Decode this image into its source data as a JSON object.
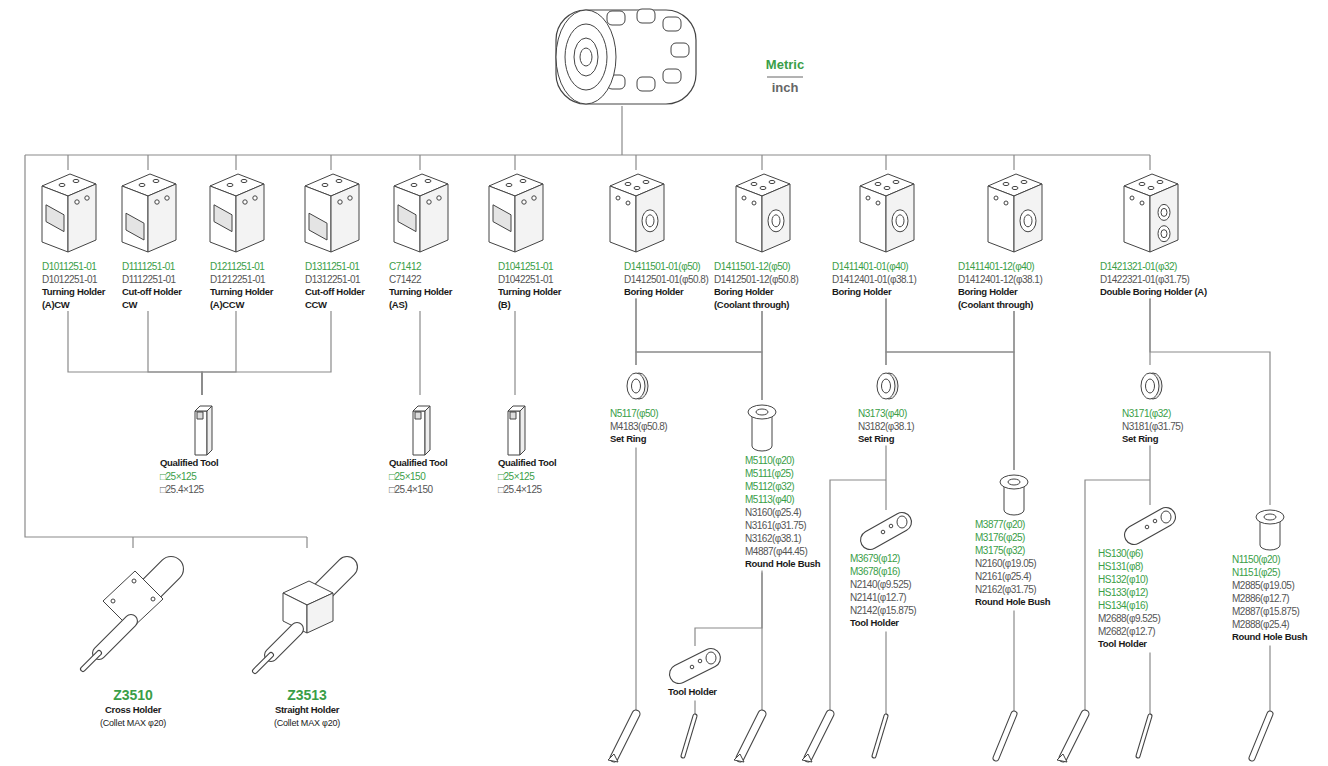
{
  "diagram": {
    "nodes": [
      {
        "text": [
          "D1011251-01",
          "D1012251-01",
          "Turning Holder (A)CW"
        ]
      },
      {
        "text": [
          "D1111251-01",
          "D1112251-01",
          "Cut-off Holder CW"
        ]
      },
      {
        "text": [
          "D1211251-01",
          "D1212251-01",
          "Turning Holder (A)CCW"
        ]
      },
      {
        "text": [
          "D1311251-01",
          "D1312251-01",
          "Cut-off Holder CCW"
        ]
      },
      {
        "text": [
          "C71412",
          "C71422",
          "Turning Holder (AS)"
        ]
      },
      {
        "text": [
          "D1041251-01",
          "D1042251-01",
          "Turning Holder (B)"
        ]
      },
      {
        "text": [
          "D1411501-01(φ50)",
          "D1412501-01(φ50.8)",
          "Boring Holder"
        ]
      },
      {
        "text": [
          "D1411501-12(φ50)",
          "D1412501-12(φ50.8)",
          "Boring Holder (Coolant through)"
        ]
      },
      {
        "text": [
          "D1411401-01(φ40)",
          "D1412401-01(φ38.1)",
          "Boring Holder"
        ]
      },
      {
        "text": [
          "D1411401-12(φ40)",
          "D1412401-12(φ38.1)",
          "Boring Holder (Coolant through)"
        ]
      },
      {
        "text": [
          "D1421321-01(φ32)",
          "D1422321-01(φ31.75)",
          "Double Boring Holder (A)"
        ]
      },
      {
        "text": [
          "Qualified Tool",
          "□25×125",
          "□25.4×125"
        ]
      },
      {
        "text": [
          "Qualified Tool",
          "□25×150",
          "□25.4×150"
        ]
      },
      {
        "text": [
          "Qualified Tool",
          "□25×125",
          "□25.4×125"
        ]
      },
      {
        "text": [
          "N5117(φ50)",
          "M4183(φ50.8)",
          "Set Ring"
        ]
      },
      {
        "text": [
          "M5110(φ20)",
          "M5111(φ25)",
          "M5112(φ32)",
          "M5113(φ40)",
          "N3160(φ25.4)",
          "N3161(φ31.75)",
          "N3162(φ38.1)",
          "M4887(φ44.45)",
          "Round Hole Bush"
        ]
      },
      {
        "text": [
          "Tool Holder"
        ]
      },
      {
        "text": [
          "N3173(φ40)",
          "N3182(φ38.1)",
          "Set Ring"
        ]
      },
      {
        "text": [
          "M3679(φ12)",
          "M3678(φ16)",
          "N2140(φ9.525)",
          "N2141(φ12.7)",
          "N2142(φ15.875)",
          "Tool Holder"
        ]
      },
      {
        "text": [
          "M3877(φ20)",
          "M3176(φ25)",
          "M3175(φ32)",
          "N2160(φ19.05)",
          "N2161(φ25.4)",
          "N2162(φ31.75)",
          "Round Hole Bush"
        ]
      },
      {
        "text": [
          "N3171(φ32)",
          "N3181(φ31.75)",
          "Set Ring"
        ]
      },
      {
        "text": [
          "HS130(φ6)",
          "HS131(φ8)",
          "HS132(φ10)",
          "HS133(φ12)",
          "HS134(φ16)",
          "M2688(φ9.525)",
          "M2682(φ12.7)",
          "Tool Holder"
        ]
      },
      {
        "text": [
          "N1150(φ20)",
          "N1151(φ25)",
          "M2885(φ19.05)",
          "M2886(φ12.7)",
          "M2887(φ15.875)",
          "M2888(φ25.4)",
          "Round Hole Bush"
        ]
      },
      {
        "text": [
          "Z3510",
          "Cross Holder",
          "(Collet MAX φ20)"
        ]
      },
      {
        "text": [
          "Z3513",
          "Straight Holder",
          "(Collet MAX φ20)"
        ]
      }
    ],
    "edges": [
      {
        "from": 0,
        "to": 11,
        "arrow": "none"
      },
      {
        "from": 1,
        "to": 11,
        "arrow": "none"
      },
      {
        "from": 2,
        "to": 11,
        "arrow": "none"
      },
      {
        "from": 3,
        "to": 11,
        "arrow": "none"
      },
      {
        "from": 4,
        "to": 12,
        "arrow": "none"
      },
      {
        "from": 5,
        "to": 13,
        "arrow": "none"
      },
      {
        "from": 6,
        "to": 14,
        "arrow": "none"
      },
      {
        "from": 6,
        "to": 15,
        "arrow": "none"
      },
      {
        "from": 7,
        "to": 14,
        "arrow": "none"
      },
      {
        "from": 7,
        "to": 15,
        "arrow": "none"
      },
      {
        "from": 15,
        "to": 16,
        "arrow": "none"
      },
      {
        "from": 8,
        "to": 17,
        "arrow": "none"
      },
      {
        "from": 8,
        "to": 19,
        "arrow": "none"
      },
      {
        "from": 9,
        "to": 17,
        "arrow": "none"
      },
      {
        "from": 9,
        "to": 19,
        "arrow": "none"
      },
      {
        "from": 17,
        "to": 18,
        "arrow": "none"
      },
      {
        "from": 10,
        "to": 20,
        "arrow": "none"
      },
      {
        "from": 10,
        "to": 22,
        "arrow": "none"
      },
      {
        "from": 20,
        "to": 21,
        "arrow": "none"
      }
    ],
    "labels": [
      "Metric",
      "inch"
    ]
  }
}
